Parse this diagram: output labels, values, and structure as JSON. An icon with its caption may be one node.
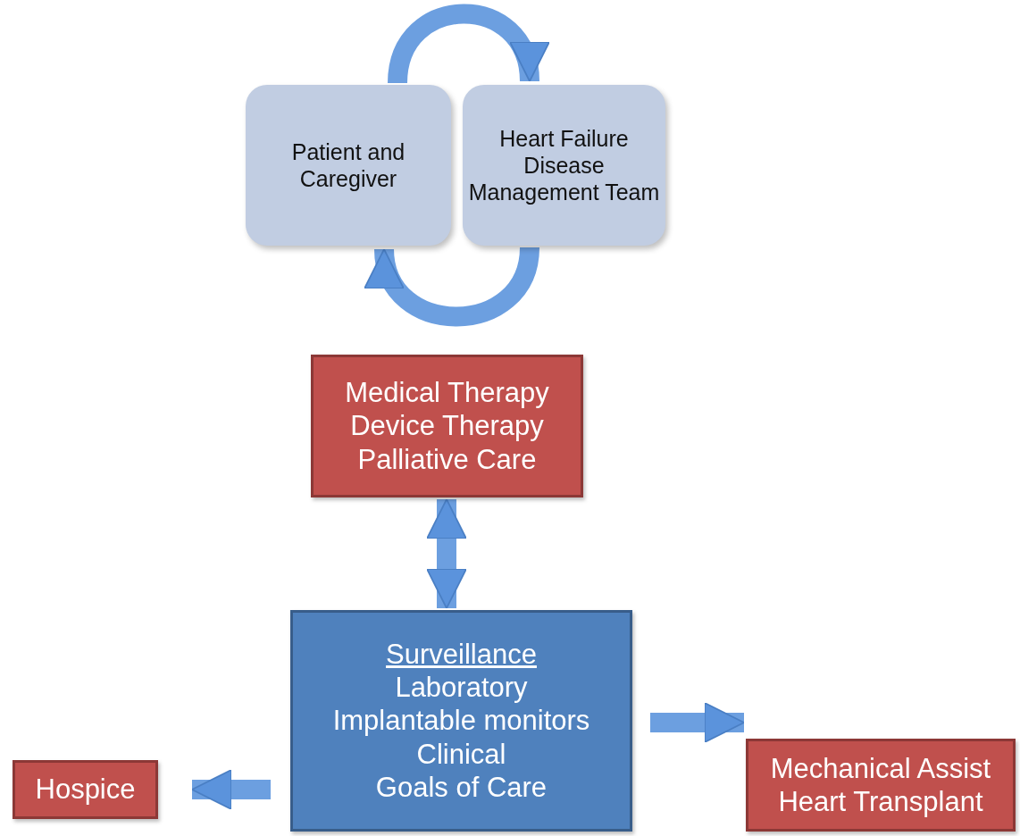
{
  "diagram": {
    "nodes": [
      {
        "text": [
          "Patient and Caregiver"
        ]
      },
      {
        "text": [
          "Heart Failure Disease Management Team"
        ]
      },
      {
        "text": [
          "Medical Therapy",
          "Device Therapy",
          "Palliative Care"
        ]
      },
      {
        "text": [
          "Surveillance",
          "Laboratory",
          "Implantable monitors",
          "Clinical",
          "Goals of Care"
        ]
      },
      {
        "text": [
          "Hospice"
        ]
      },
      {
        "text": [
          "Mechanical Assist",
          "Heart Transplant"
        ]
      }
    ],
    "edges": [
      {
        "from": 0,
        "to": 1,
        "arrow": "to"
      },
      {
        "from": 1,
        "to": 0,
        "arrow": "to"
      },
      {
        "from": 2,
        "to": 3,
        "arrow": "both"
      },
      {
        "from": 3,
        "to": 4,
        "arrow": "to"
      },
      {
        "from": 3,
        "to": 5,
        "arrow": "to"
      }
    ]
  }
}
